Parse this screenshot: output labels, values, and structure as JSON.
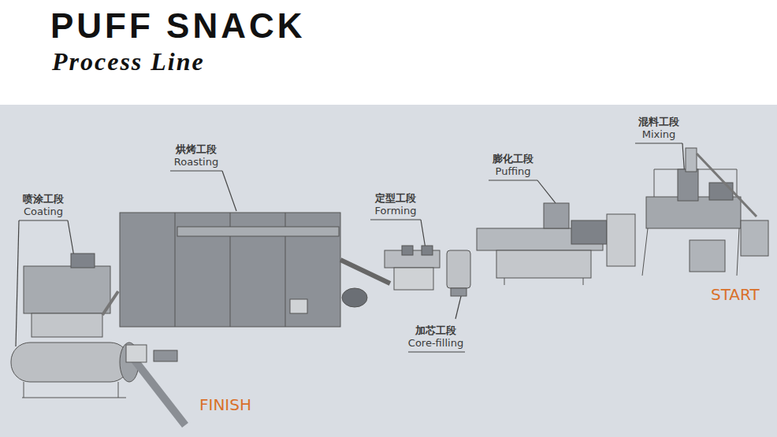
{
  "diagram": {
    "title": "PUFF SNACK",
    "labels": [
      "Process Line",
      "混料工段",
      "Mixing",
      "膨化工段",
      "Puffing",
      "烘烤工段",
      "Roasting",
      "定型工段",
      "Forming",
      "喷涂工段",
      "Coating",
      "加芯工段",
      "Core-filling",
      "START",
      "FINISH"
    ]
  }
}
